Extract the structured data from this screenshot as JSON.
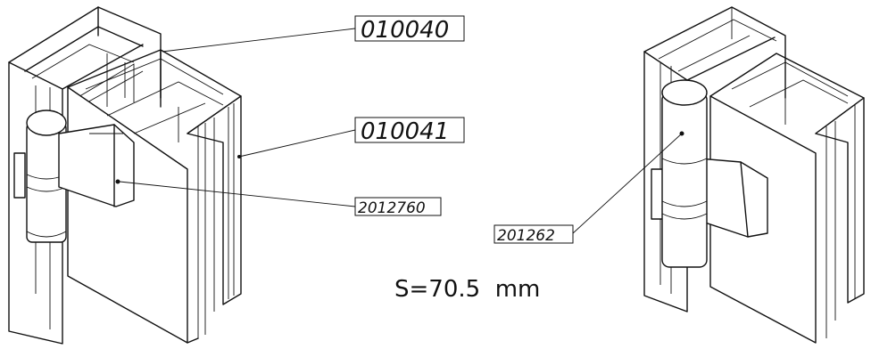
{
  "labels": {
    "part_a": "010040",
    "part_b": "010041",
    "part_c": "2012760",
    "part_d": "201262"
  },
  "spec": "S=70.5  mm"
}
